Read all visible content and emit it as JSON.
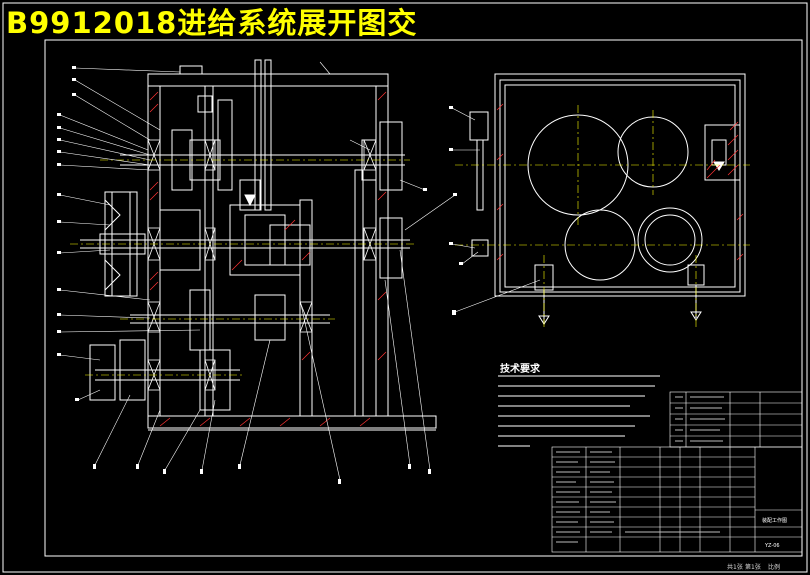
{
  "header": {
    "title": "B9912018进给系统展开图交"
  },
  "notes": {
    "title": "技术要求"
  },
  "footer": {
    "left": "共1张",
    "mid": "第1张",
    "right": "比例"
  },
  "title_block": {
    "name": "装配工作图",
    "code": "YZ-06"
  },
  "colors": {
    "background": "#000000",
    "title": "#ffff00",
    "lines": "#ffffff",
    "hatch": "#ff3333",
    "center": "#ffff00"
  }
}
